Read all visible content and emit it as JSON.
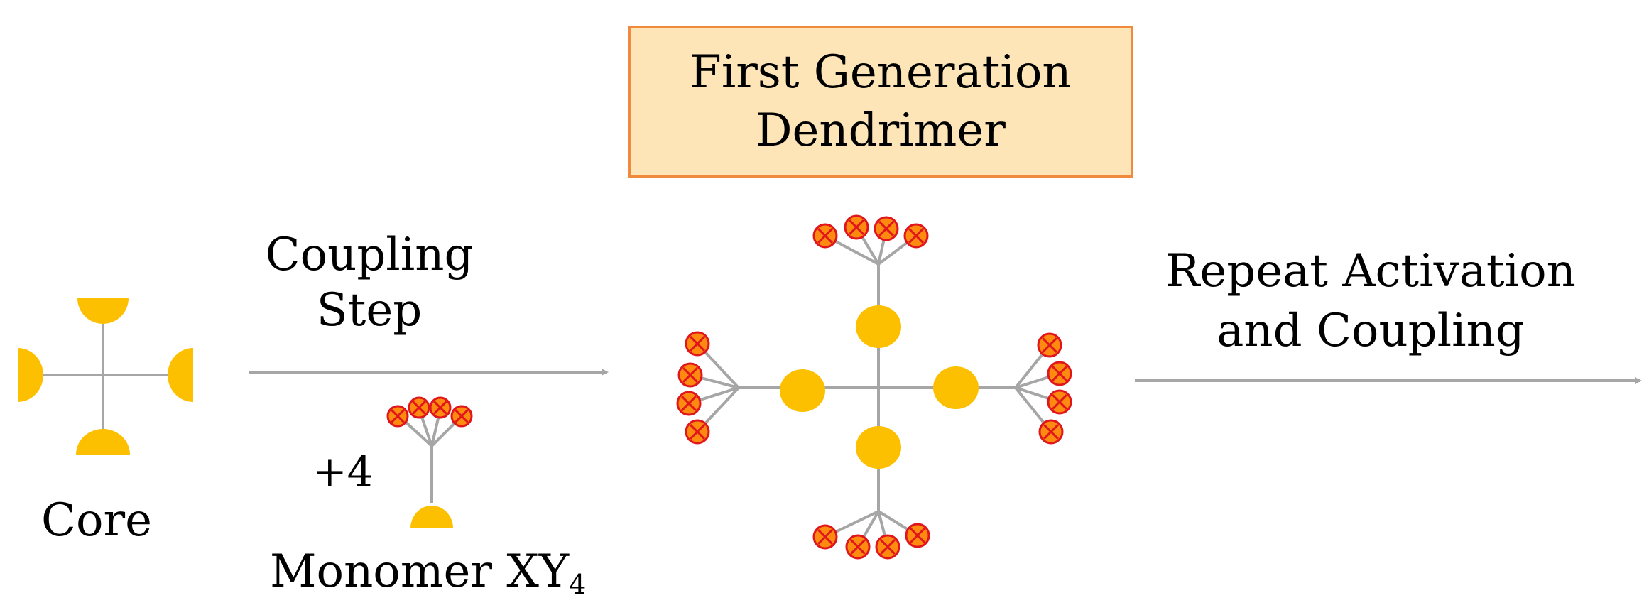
{
  "title_box": {
    "line1": "First Generation",
    "line2": "Dendrimer"
  },
  "core": {
    "label": "Core"
  },
  "coupling_step": {
    "line1": "Coupling",
    "line2": "Step"
  },
  "monomer": {
    "multiplier": "+4",
    "label_main": "Monomer XY",
    "label_sub": "4"
  },
  "repeat_step": {
    "line1": "Repeat Activation",
    "line2": "and Coupling"
  },
  "colors": {
    "core_unit": "#fdc000",
    "terminal_fill": "#fe8b10",
    "terminal_edge": "#e0161c",
    "bond": "#a6a6a6",
    "arrow": "#a6a6a6",
    "box_fill": "#fde5b8",
    "box_border": "#f08a3c"
  }
}
